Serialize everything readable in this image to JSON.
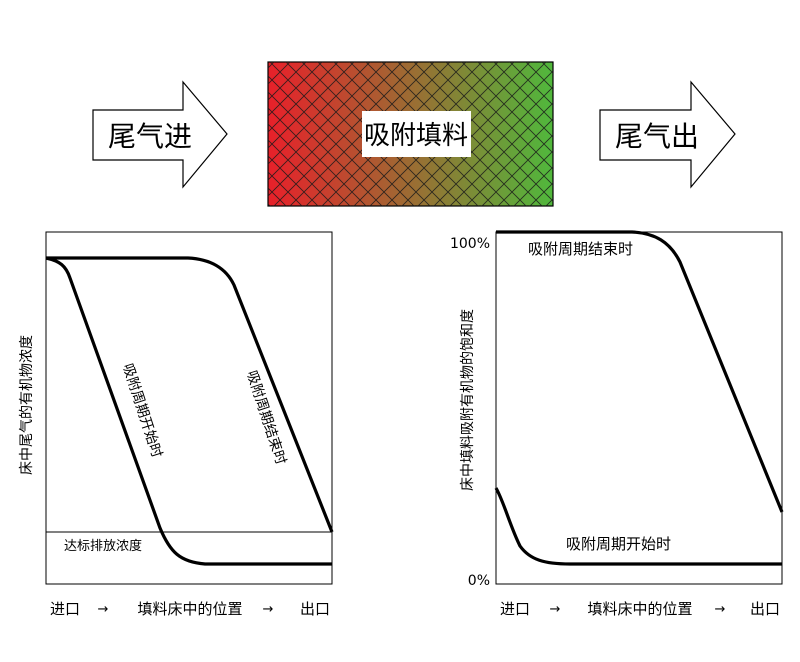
{
  "top": {
    "inlet_label": "尾气进",
    "media_label": "吸附填料",
    "outlet_label": "尾气出",
    "gradient": {
      "left_color": "#e8202a",
      "right_color": "#50b83c"
    }
  },
  "left_chart": {
    "ylabel": "床中尾气的有机物浓度",
    "curve_start_label": "吸附周期开始时",
    "curve_end_label": "吸附周期结束时",
    "threshold_label": "达标排放浓度",
    "x_axis": {
      "inlet": "进口",
      "arrow1": "→",
      "middle": "填料床中的位置",
      "arrow2": "→",
      "outlet": "出口"
    }
  },
  "right_chart": {
    "ylabel": "床中填料吸附有机物的饱和度",
    "y_top": "100%",
    "y_bottom": "0%",
    "curve_end_label": "吸附周期结束时",
    "curve_start_label": "吸附周期开始时",
    "x_axis": {
      "inlet": "进口",
      "arrow1": "→",
      "middle": "填料床中的位置",
      "arrow2": "→",
      "outlet": "出口"
    }
  }
}
